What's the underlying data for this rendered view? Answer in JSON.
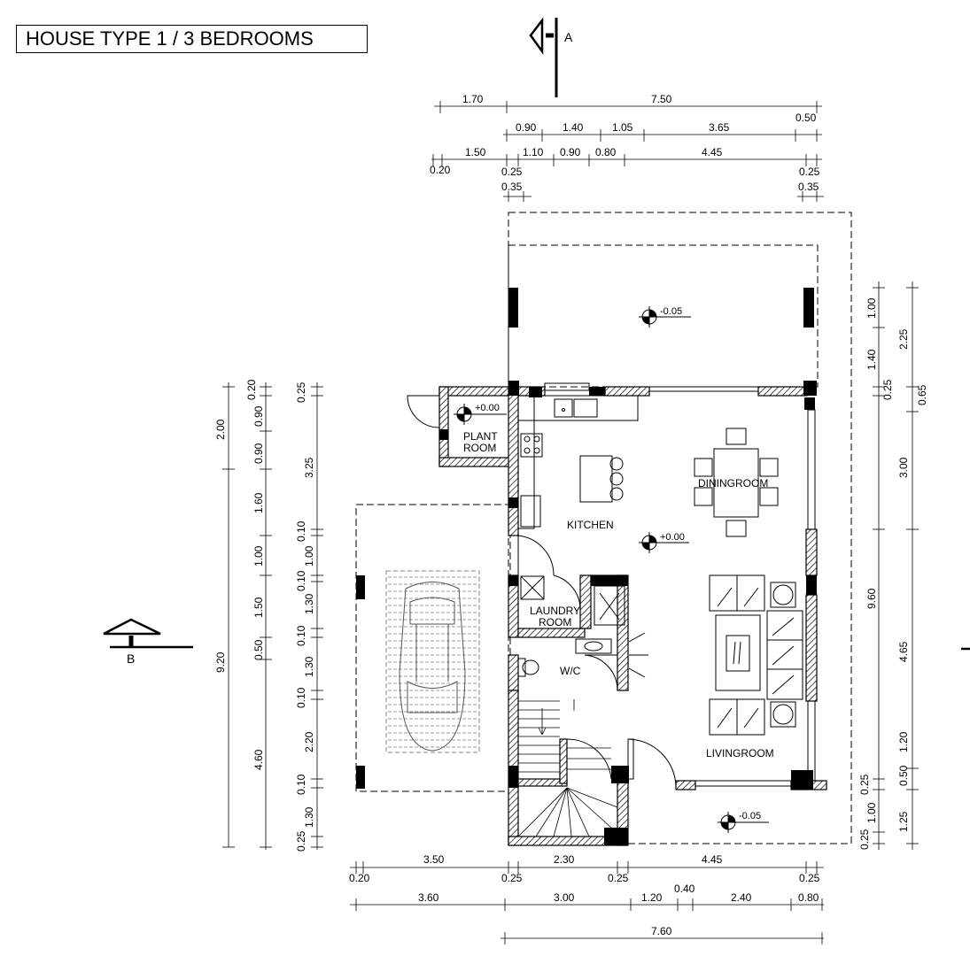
{
  "title": "HOUSE TYPE 1 / 3 BEDROOMS",
  "section_marks": {
    "a": "A",
    "b": "B"
  },
  "rooms": {
    "plant_line1": "PLANT",
    "plant_line2": "ROOM",
    "kitchen": "KITCHEN",
    "dining": "DININGROOM",
    "laundry_line1": "LAUNDRY",
    "laundry_line2": "ROOM",
    "wc": "W/C",
    "living": "LIVINGROOM"
  },
  "levels": {
    "terrace": "-0.05",
    "plant": "+0.00",
    "main": "+0.00",
    "entry": "-0.05"
  },
  "dimensions": {
    "top_row1": [
      "1.70",
      "7.50"
    ],
    "top_row2": [
      "0.90",
      "1.40",
      "1.05",
      "3.65",
      "0.50"
    ],
    "top_row3": [
      "0.20",
      "1.50",
      "0.25",
      "1.10",
      "0.90",
      "0.80",
      "4.45",
      "0.25"
    ],
    "top_row4": [
      "0.35",
      "0.35"
    ],
    "left_col1": [
      "2.00",
      "1.60",
      "1.00",
      "1.50",
      "0.50",
      "4.60",
      "9.20"
    ],
    "left_col1_small": [
      "0.20",
      "0.90",
      "0.90"
    ],
    "left_col2": [
      "0.25",
      "3.25",
      "0.10",
      "1.00",
      "0.10",
      "1.30",
      "0.10",
      "1.30",
      "0.10",
      "2.20",
      "0.10",
      "1.30",
      "0.25"
    ],
    "right_col1": [
      "1.00",
      "1.40",
      "0.25",
      "3.00",
      "9.60",
      "1.20",
      "0.25",
      "1.00",
      "0.25"
    ],
    "right_col2": [
      "2.25",
      "0.65",
      "4.65",
      "0.50",
      "1.25"
    ],
    "bottom_row1": [
      "0.20",
      "3.50",
      "0.25",
      "2.30",
      "0.25",
      "4.45",
      "0.25"
    ],
    "bottom_row2": [
      "3.60",
      "3.00",
      "1.20",
      "0.40",
      "2.40",
      "0.80"
    ],
    "bottom_row3": [
      "7.60"
    ]
  }
}
